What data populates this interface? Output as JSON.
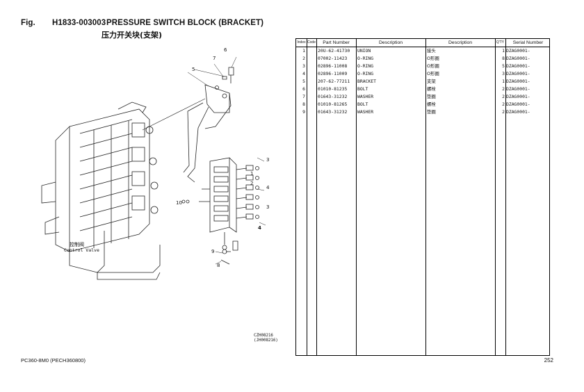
{
  "header": {
    "fig_label": "Fig.",
    "fig_code": "H1833-003003",
    "title": "PRESSURE SWITCH BLOCK (BRACKET)",
    "subtitle": "压力开关块(支架)"
  },
  "drawing": {
    "control_valve_cn": "控制阀",
    "control_valve_en": "Control Valve",
    "callouts": [
      "1",
      "2",
      "3",
      "4",
      "5",
      "6",
      "7",
      "8",
      "9",
      "3",
      "4",
      "10"
    ],
    "ref_codes": [
      "CZH08216",
      "(JH008216)"
    ]
  },
  "table": {
    "headers": {
      "index": "Index",
      "code": "Code",
      "part_number": "Part Number",
      "description": "Description",
      "description2": "Description",
      "qty": "Q'TY",
      "serial": "Serial Number"
    },
    "rows": [
      {
        "index": "1",
        "code": "",
        "part": "20U-62-41730",
        "desc": "UNION",
        "desc_cn": "接头",
        "qty": "1",
        "serial": "DZAG0001-"
      },
      {
        "index": "2",
        "code": "",
        "part": "07002-11423",
        "desc": "O-RING",
        "desc_cn": "O形圈",
        "qty": "8",
        "serial": "DZAG0001-"
      },
      {
        "index": "3",
        "code": "",
        "part": "02896-11008",
        "desc": "O-RING",
        "desc_cn": "O形圈",
        "qty": "5",
        "serial": "DZAG0001-"
      },
      {
        "index": "4",
        "code": "",
        "part": "02896-11009",
        "desc": "O-RING",
        "desc_cn": "O形圈",
        "qty": "3",
        "serial": "DZAG0001-"
      },
      {
        "index": "5",
        "code": "",
        "part": "207-62-77211",
        "desc": "BRACKET",
        "desc_cn": "支架",
        "qty": "1",
        "serial": "DZAG0001-"
      },
      {
        "index": "6",
        "code": "",
        "part": "01010-81235",
        "desc": "BOLT",
        "desc_cn": "螺栓",
        "qty": "2",
        "serial": "DZAG0001-"
      },
      {
        "index": "7",
        "code": "",
        "part": "01643-31232",
        "desc": "WASHER",
        "desc_cn": "垫圈",
        "qty": "2",
        "serial": "DZAG0001-"
      },
      {
        "index": "8",
        "code": "",
        "part": "01010-81265",
        "desc": "BOLT",
        "desc_cn": "螺栓",
        "qty": "2",
        "serial": "DZAG0001-"
      },
      {
        "index": "9",
        "code": "",
        "part": "01643-31232",
        "desc": "WASHER",
        "desc_cn": "垫圈",
        "qty": "2",
        "serial": "DZAG0001-"
      }
    ]
  },
  "footer": {
    "model": "PC360-8M0 (PECH360800)",
    "page": "252"
  }
}
